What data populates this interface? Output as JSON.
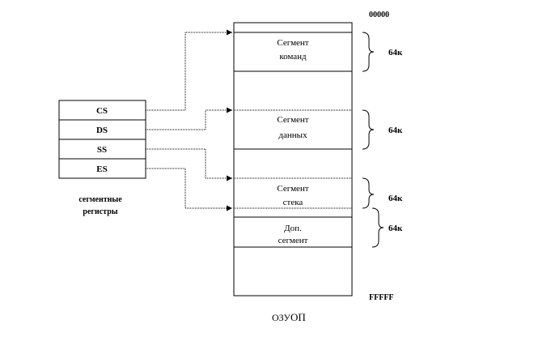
{
  "memory": {
    "start_address": "00000",
    "end_address": "FFFFF",
    "caption": "ОП",
    "caption_prefix": "ОЗУ"
  },
  "registers": {
    "items": [
      "CS",
      "DS",
      "SS",
      "ES"
    ],
    "caption_line1": "сегментные",
    "caption_line2": "регистры"
  },
  "segments": [
    {
      "line1": "Сегмент",
      "line2": "команд",
      "size": "64к"
    },
    {
      "line1": "Сегмент",
      "line2": "данных",
      "size": "64к"
    },
    {
      "line1": "Сегмент",
      "line2": "стека",
      "size": "64к"
    },
    {
      "line1": "Доп.",
      "line2": "сегмент",
      "size": "64к"
    }
  ]
}
